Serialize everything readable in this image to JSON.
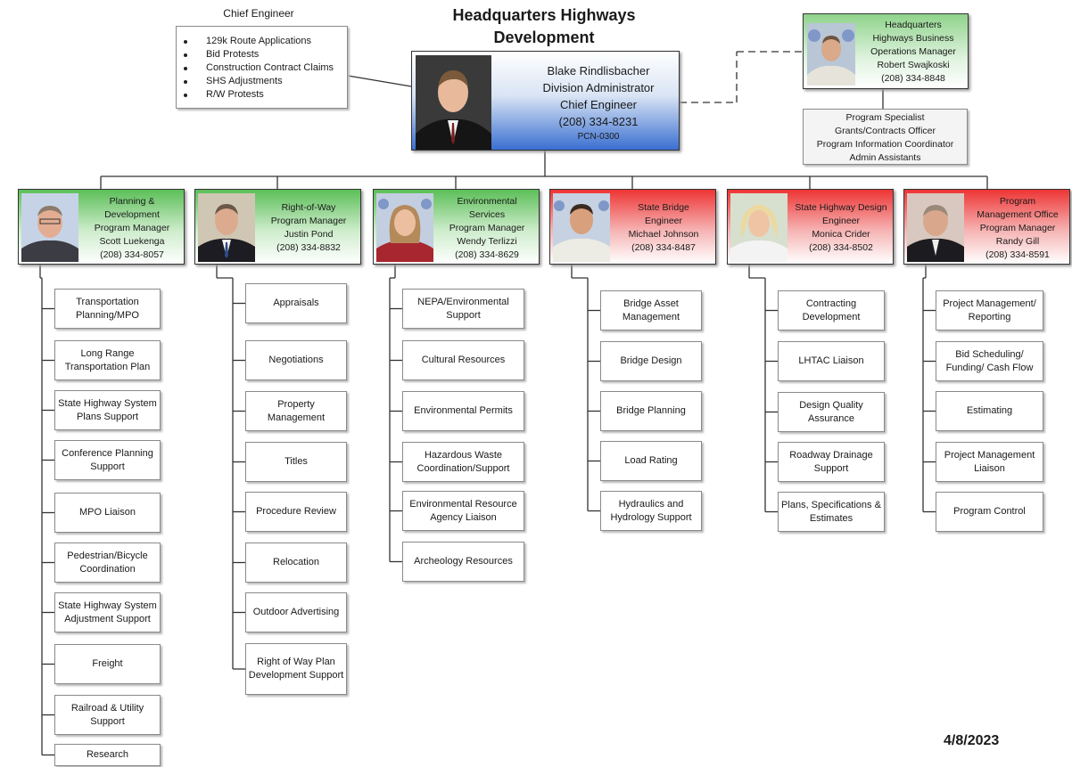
{
  "header": {
    "title_line1": "Headquarters Highways",
    "title_line2": "Development"
  },
  "chief_engineer": {
    "label": "Chief Engineer",
    "items": [
      "129k Route Applications",
      "Bid Protests",
      "Construction Contract Claims",
      "SHS Adjustments",
      "R/W Protests"
    ]
  },
  "administrator": {
    "name": "Blake Rindlisbacher",
    "title1": "Division Administrator",
    "title2": "Chief Engineer",
    "phone": "(208) 334-8231",
    "pcn": "PCN-0300"
  },
  "hq_business": {
    "line1": "Headquarters",
    "line2": "Highways Business",
    "line3": "Operations Manager",
    "name": "Robert Swajkoski",
    "phone": "(208) 334-8848"
  },
  "program_specialist": {
    "lines": [
      "Program Specialist",
      "Grants/Contracts Officer",
      "Program Information Coordinator",
      "Admin Assistants"
    ]
  },
  "managers": [
    {
      "lines": [
        "Planning &",
        "Development",
        "Program Manager",
        "Scott Luekenga",
        "(208) 334-8057"
      ],
      "color": "green",
      "subs": [
        "Transportation Planning/MPO",
        "Long Range Transportation Plan",
        "State Highway System Plans Support",
        "Conference Planning Support",
        "MPO Liaison",
        "Pedestrian/Bicycle Coordination",
        "State Highway System Adjustment Support",
        "Freight",
        "Railroad & Utility Support",
        "Research"
      ]
    },
    {
      "lines": [
        "Right-of-Way",
        "Program Manager",
        "Justin Pond",
        "(208) 334-8832"
      ],
      "color": "green",
      "subs": [
        "Appraisals",
        "Negotiations",
        "Property Management",
        "Titles",
        "Procedure Review",
        "Relocation",
        "Outdoor Advertising",
        "Right of Way Plan Development Support"
      ]
    },
    {
      "lines": [
        "Environmental",
        "Services",
        "Program Manager",
        "Wendy Terlizzi",
        "(208) 334-8629"
      ],
      "color": "green",
      "subs": [
        "NEPA/Environmental Support",
        "Cultural Resources",
        "Environmental Permits",
        "Hazardous Waste Coordination/Support",
        "Environmental Resource Agency Liaison",
        "Archeology Resources"
      ]
    },
    {
      "lines": [
        "State Bridge",
        "Engineer",
        "Michael Johnson",
        "(208) 334-8487"
      ],
      "color": "red",
      "subs": [
        "Bridge Asset Management",
        "Bridge Design",
        "Bridge Planning",
        "Load Rating",
        "Hydraulics and Hydrology Support"
      ]
    },
    {
      "lines": [
        "State Highway Design",
        "Engineer",
        "Monica Crider",
        "(208) 334-8502"
      ],
      "color": "red",
      "subs": [
        "Contracting Development",
        "LHTAC Liaison",
        "Design Quality Assurance",
        "Roadway Drainage Support",
        "Plans, Specifications & Estimates"
      ]
    },
    {
      "lines": [
        "Program",
        "Management Office",
        "Program Manager",
        "Randy Gill",
        "(208) 334-8591"
      ],
      "color": "red",
      "subs": [
        "Project Management/ Reporting",
        "Bid Scheduling/ Funding/ Cash Flow",
        "Estimating",
        "Project Management Liaison",
        "Program Control"
      ]
    }
  ],
  "footer": {
    "date": "4/8/2023"
  },
  "colors": {
    "green_header": "#5cbf58",
    "red_header": "#ee3535",
    "admin_blue": "#3a6fd1"
  }
}
